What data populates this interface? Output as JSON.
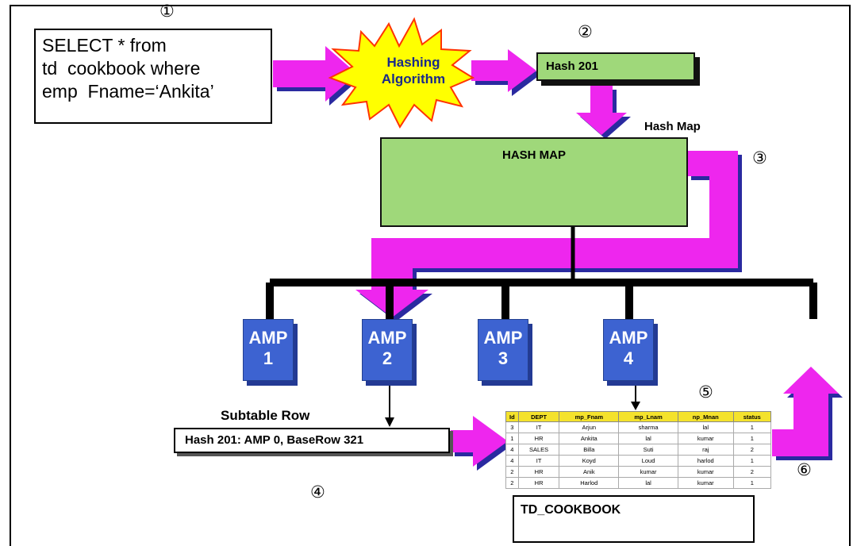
{
  "steps": [
    "①",
    "②",
    "③",
    "④",
    "⑤",
    "⑥"
  ],
  "query": {
    "lines": [
      "SELECT * from",
      "td  cookbook where",
      "emp  Fname=‘Ankita’"
    ]
  },
  "hashing_algorithm": {
    "line1": "Hashing",
    "line2": "Algorithm"
  },
  "hash_value_box": "Hash 201",
  "hash_map_label": "Hash Map",
  "hash_map_box": "HASH MAP",
  "amps": [
    {
      "name": "AMP",
      "num": "1"
    },
    {
      "name": "AMP",
      "num": "2"
    },
    {
      "name": "AMP",
      "num": "3"
    },
    {
      "name": "AMP",
      "num": "4"
    }
  ],
  "subtable_label": "Subtable Row",
  "subtable_row": "Hash 201: AMP 0, BaseRow 321",
  "table": {
    "title": "TD_COOKBOOK",
    "headers": [
      "Id",
      "DEPT",
      "mp_Fnam",
      "mp_Lnam",
      "np_Mnan",
      "status"
    ],
    "rows": [
      [
        "3",
        "IT",
        "Arjun",
        "sharma",
        "lal",
        "1"
      ],
      [
        "1",
        "HR",
        "Ankita",
        "lal",
        "kumar",
        "1"
      ],
      [
        "4",
        "SALES",
        "Billa",
        "Suti",
        "raj",
        "2"
      ],
      [
        "4",
        "IT",
        "Koyd",
        "Loud",
        "harlod",
        "1"
      ],
      [
        "2",
        "HR",
        "Anik",
        "kumar",
        "kumar",
        "2"
      ],
      [
        "2",
        "HR",
        "Harlod",
        "lal",
        "kumar",
        "1"
      ]
    ]
  },
  "colors": {
    "arrow": "#ee28ee",
    "arrow_shadow": "#2a2aa0",
    "green_box": "#9fd87a",
    "amp_blue": "#3d63d1",
    "starburst": "#ffff00",
    "starburst_border": "#ff3300",
    "table_header": "#f4e22c"
  }
}
